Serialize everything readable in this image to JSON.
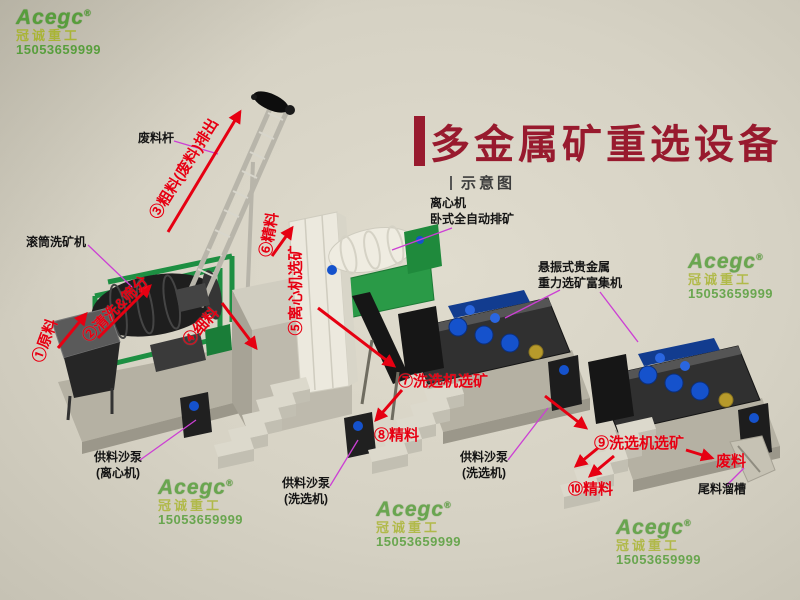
{
  "title": {
    "text": "多金属矿重选设备",
    "subtitle": "示意图",
    "accent_color": "#981a2e"
  },
  "watermark": {
    "brand": "Acegc",
    "reg": "®",
    "company": "冠诚重工",
    "phone": "15053659999",
    "color": "#4f9c33"
  },
  "flow_labels": {
    "f1": "①原料",
    "f2": "②清洗&筛分",
    "f3": "③粗料(废料)排出",
    "f4": "④细料",
    "f5": "⑤离心机选矿",
    "f6": "⑥精料",
    "f7": "⑦洗选机选矿",
    "f8": "⑧精料",
    "f9": "⑨洗选机选矿",
    "f10": "⑩精料",
    "f11": "废料"
  },
  "machine_labels": {
    "b1": "废料杆",
    "b2": "滚筒洗矿机",
    "b3a": "离心机",
    "b3b": "卧式全自动排矿",
    "b4a": "悬振式贵金属",
    "b4b": "重力选矿富集机",
    "b5a": "供料沙泵",
    "b5b": "(离心机)",
    "b6a": "供料沙泵",
    "b6b": "(洗选机)",
    "b7a": "供料沙泵",
    "b7b": "(洗选机)",
    "b8": "尾料溜槽"
  },
  "colors": {
    "arrow_red": "#e60012",
    "pointer_magenta": "#cc3fd4",
    "machine_green": "#2a9a47",
    "platform_gray": "#b5b1a3"
  }
}
